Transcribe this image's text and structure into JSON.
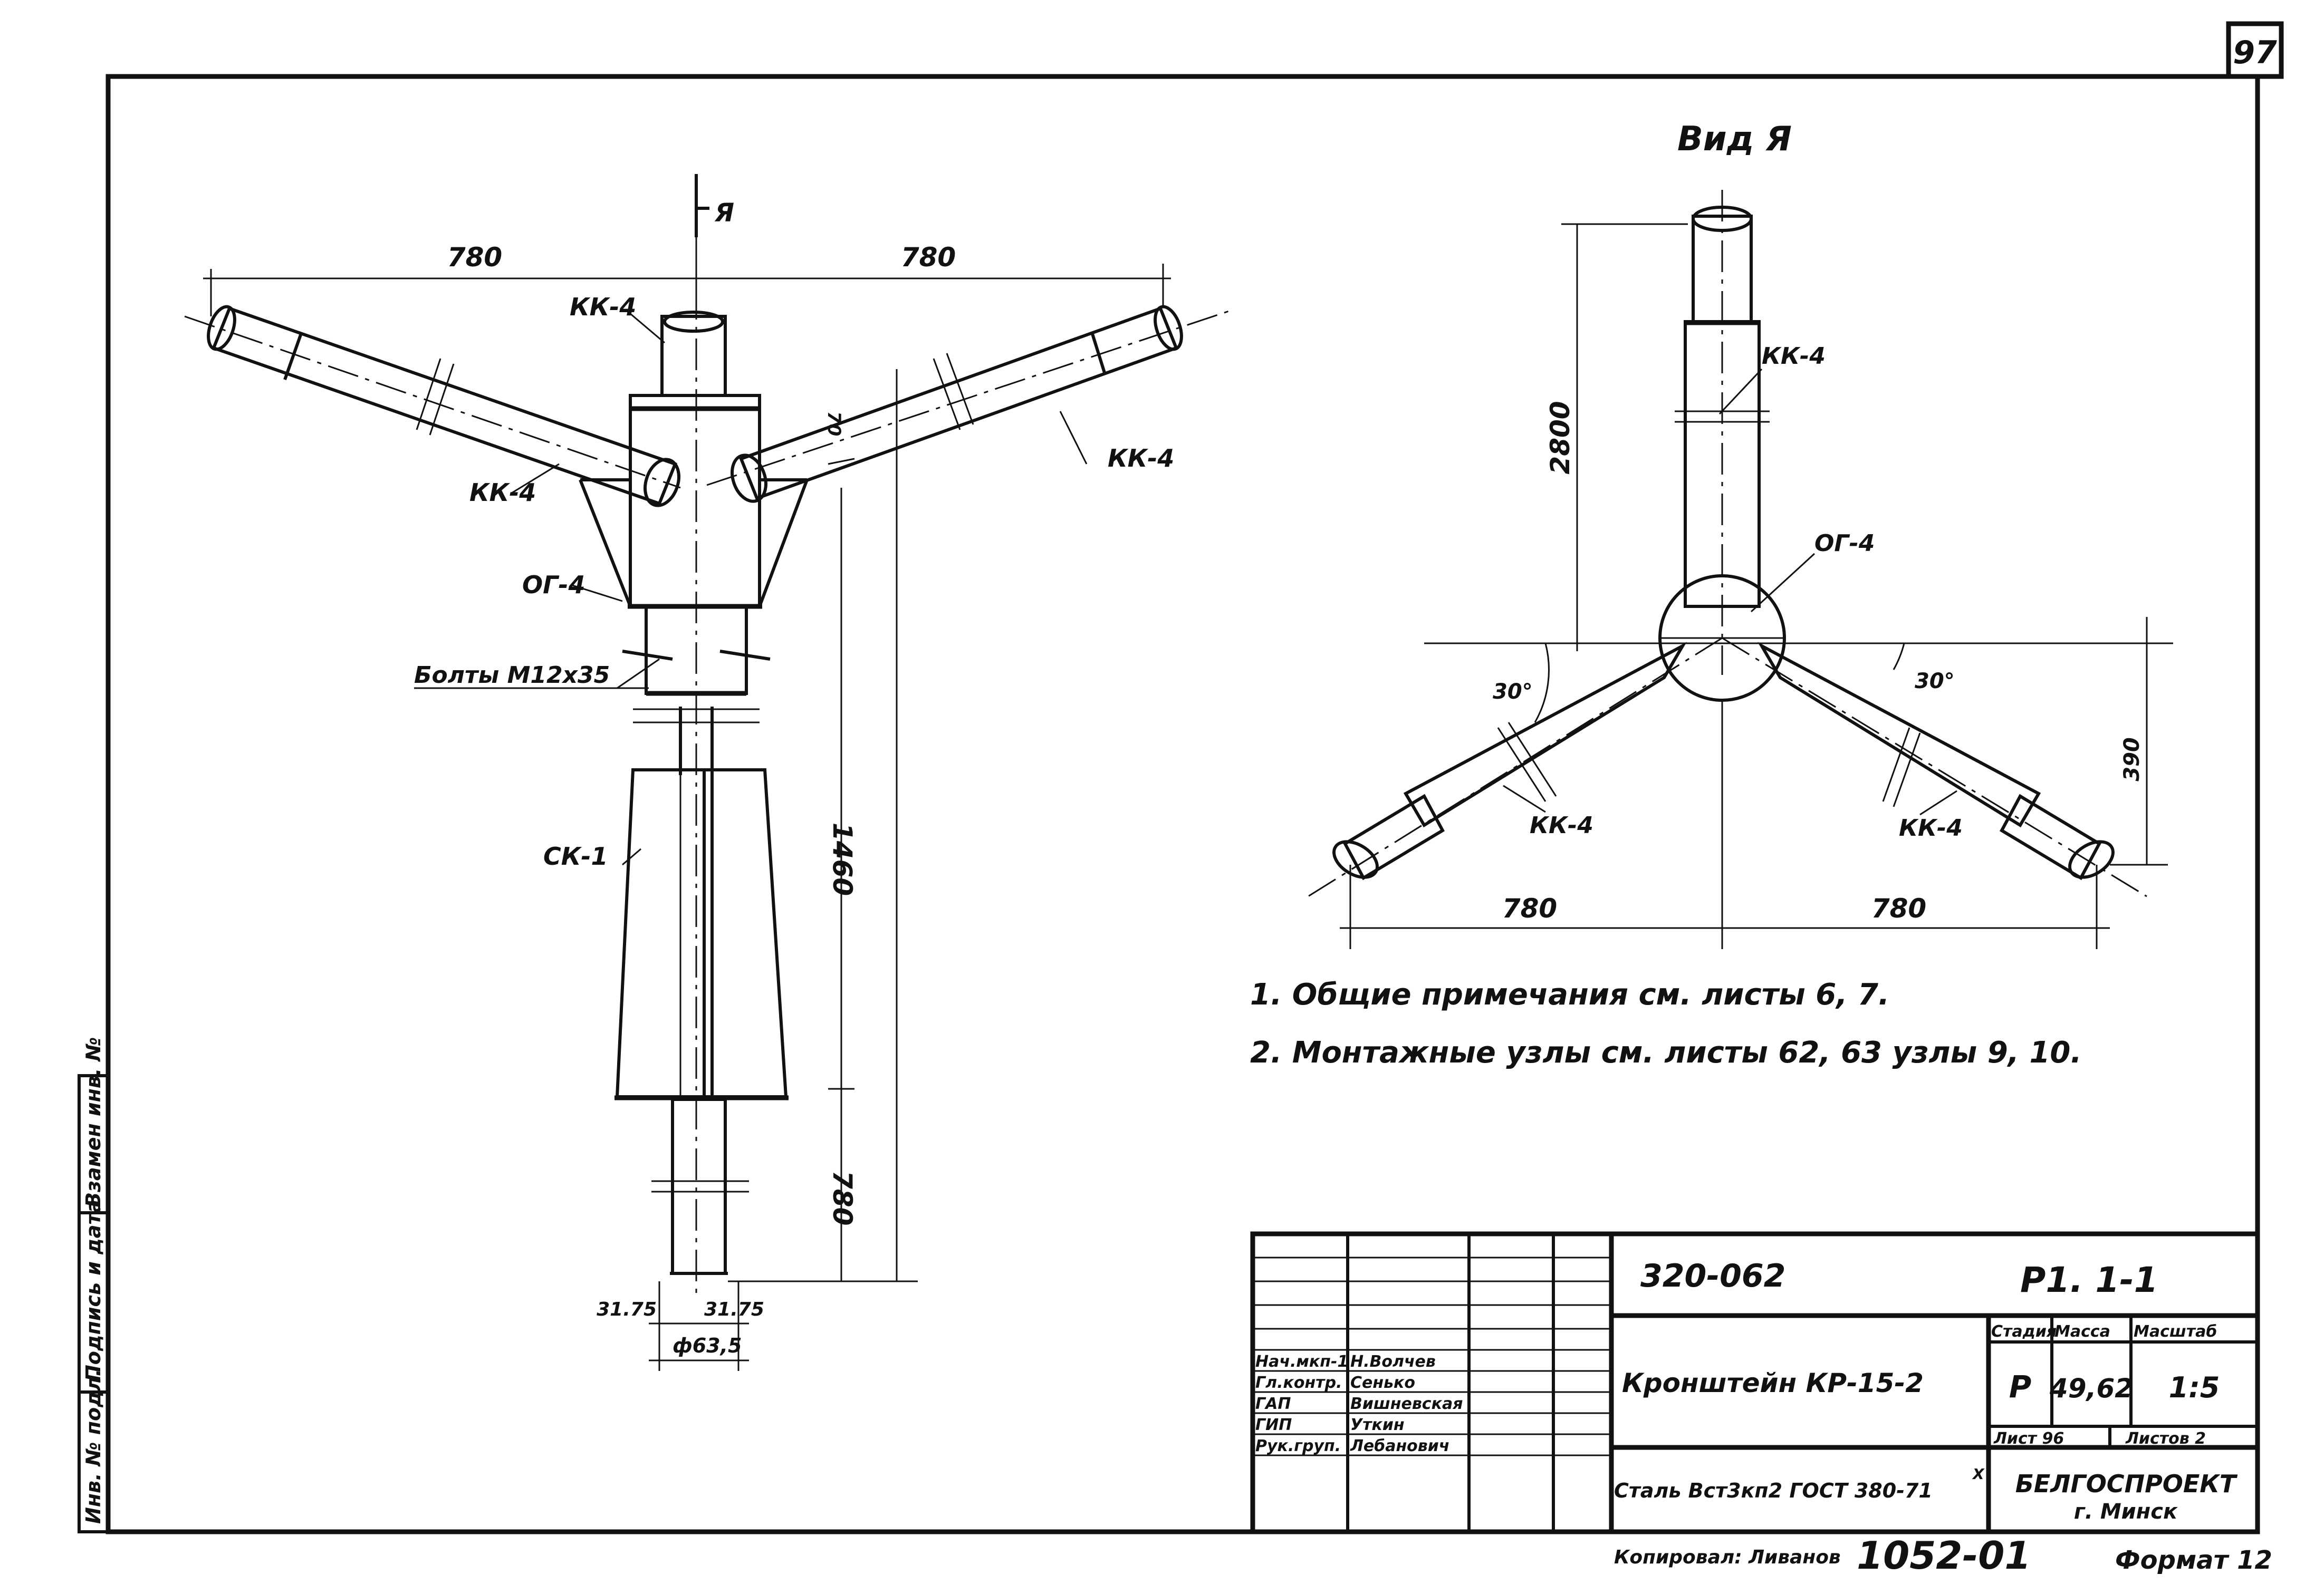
{
  "sheet": {
    "number": "97"
  },
  "left_view": {
    "section_mark": "Я",
    "dims": {
      "arm_left": "780",
      "arm_right": "780",
      "height_main": "1460",
      "height_bottom": "780",
      "d1": "31.75",
      "d2": "31.75",
      "dia": "ф63,5",
      "gap": "70"
    },
    "labels": {
      "kk4_top": "КК-4",
      "kk4_left": "КК-4",
      "kk4_right": "КК-4",
      "og4": "ОГ-4",
      "bolts": "Болты М12х35",
      "sk1": "СК-1"
    }
  },
  "view_a": {
    "title": "Вид Я",
    "dims": {
      "height": "2800",
      "left": "780",
      "right": "780",
      "side": "390",
      "angle_left": "30°",
      "angle_right": "30°"
    },
    "labels": {
      "kk4_top": "КК-4",
      "og4": "ОГ-4",
      "kk4_left": "КК-4",
      "kk4_right": "КК-4"
    }
  },
  "notes": [
    "1. Общие примечания см. листы 6, 7.",
    "2. Монтажные узлы см. листы 62, 63 узлы 9, 10."
  ],
  "side_stamp": {
    "inv": "Инв. № подл.",
    "sign": "Подпись и дата",
    "replace": "Взамен инв. №"
  },
  "title_block": {
    "code": "320-062",
    "sheet_id": "Р1. 1-1",
    "name": "Кронштейн КР-15-2",
    "material": "Сталь Вст3кп2 ГОСТ 380-71",
    "material_sup": "X",
    "stage_h": "Стадия",
    "mass_h": "Масса",
    "scale_h": "Масштаб",
    "stage": "Р",
    "mass": "49,62",
    "scale": "1:5",
    "sheet_h": "Лист 96",
    "sheets_h": "Листов 2",
    "org": "БЕЛГОСПРОЕКТ",
    "city": "г. Минск",
    "people": [
      {
        "role": "Нач.мкп-1",
        "name": "Н.Волчев",
        "date": ""
      },
      {
        "role": "Гл.контр.",
        "name": "Сенько",
        "date": ""
      },
      {
        "role": "ГАП",
        "name": "Вишневская",
        "date": ""
      },
      {
        "role": "ГИП",
        "name": "Уткин",
        "date": ""
      },
      {
        "role": "Рук.груп.",
        "name": "Лебанович",
        "date": ""
      }
    ]
  },
  "footer": {
    "checked": "Копировал: Ливанов",
    "number": "1052-01",
    "format": "Формат 12"
  }
}
